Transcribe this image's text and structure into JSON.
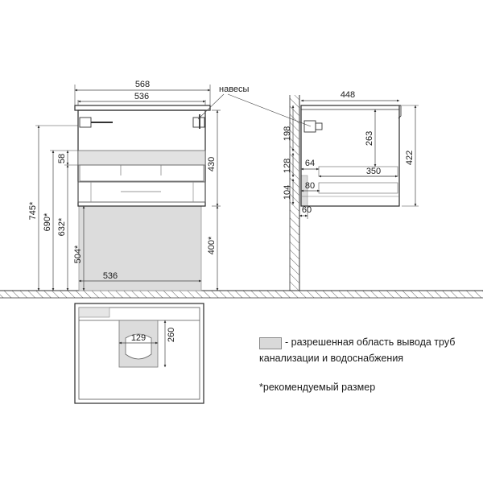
{
  "colors": {
    "line": "#2a2a2a",
    "dim_line": "#444444",
    "allowed_area_fill": "#d9d9d9",
    "allowed_area_stroke": "#9a9a9a",
    "wall_hatch": "#555555",
    "background": "#ffffff"
  },
  "front_view": {
    "dim_top_outer": "568",
    "dim_top_inner": "536",
    "dim_height_body": "430",
    "dim_top_drawer": "58",
    "dim_745": "745*",
    "dim_690": "690*",
    "dim_632": "632*",
    "dim_504": "504*",
    "dim_400": "400*",
    "dim_bottom_width": "536",
    "hinges_label": "навесы"
  },
  "side_view": {
    "dim_depth": "448",
    "dim_198": "198",
    "dim_263": "263",
    "dim_422": "422",
    "dim_128": "128",
    "dim_64": "64",
    "dim_350": "350",
    "dim_104": "104",
    "dim_80": "80",
    "dim_60": "60"
  },
  "top_view": {
    "dim_129": "129",
    "dim_260": "260"
  },
  "legend": {
    "allowed_area_line1": "- разрешенная область вывода труб",
    "allowed_area_line2": "канализации и водоснабжения",
    "recommended_note": "*рекомендуемый размер"
  }
}
